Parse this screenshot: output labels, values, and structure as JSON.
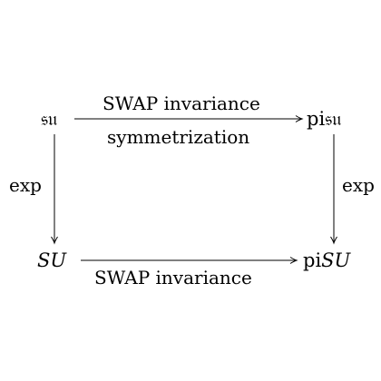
{
  "nodes": {
    "top_left": "𝔰𝔲",
    "top_right_prefix": "pi",
    "top_right_main": "𝔰𝔲",
    "bottom_left": "SU",
    "bottom_right_prefix": "pi",
    "bottom_right_main": "SU"
  },
  "arrows": {
    "top_above": "SWAP invariance",
    "top_below": "symmetrization",
    "left": "exp",
    "right": "exp",
    "bottom_below": "SWAP invariance"
  }
}
